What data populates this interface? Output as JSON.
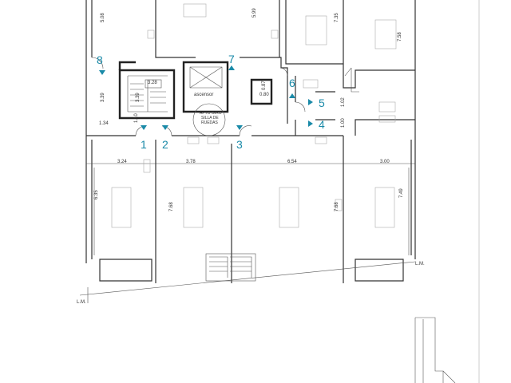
{
  "plan": {
    "markers": [
      "8",
      "7",
      "6",
      "5",
      "4",
      "3",
      "2",
      "1"
    ],
    "elevator_label": "ascensor",
    "turn_note": [
      "APTO GIRO",
      "SILLA DE",
      "RUEDAS"
    ],
    "line_label": "L.M.",
    "dimensions": {
      "d508": "5.08",
      "d599": "5.99",
      "d735": "7.35",
      "d758": "7.58",
      "d328": "3.28",
      "d339a": "3.39",
      "d339b": "3.39",
      "d087": "0.87",
      "d080": "0.80",
      "d102": "1.02",
      "d100": "1.00",
      "d134": "1.34",
      "d110": "1.10",
      "d324": "3.24",
      "d378": "3.78",
      "d654": "6.54",
      "d300": "3.00",
      "d635": "6.35",
      "d768a": "7.68",
      "d768b": "7.68",
      "d749": "7.49"
    }
  }
}
